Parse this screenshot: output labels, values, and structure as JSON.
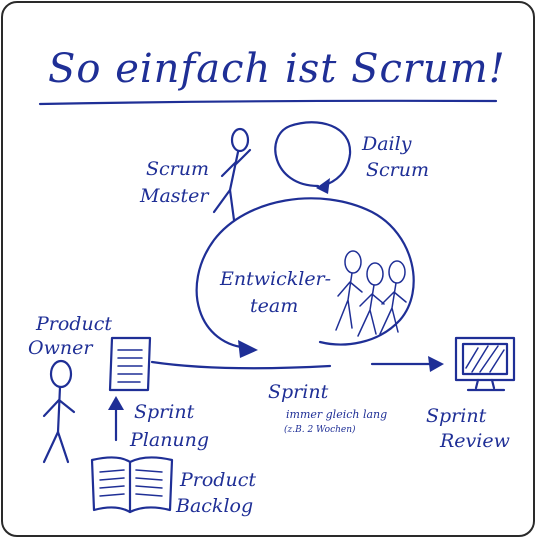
{
  "title": "So einfach ist Scrum!",
  "labels": {
    "scrum_master": [
      "Scrum",
      "Master"
    ],
    "daily_scrum": [
      "Daily",
      "Scrum"
    ],
    "dev_team": [
      "Entwickler-",
      "team"
    ],
    "product_owner": [
      "Product",
      "Owner"
    ],
    "sprint": "Sprint",
    "sprint_note": "immer gleich lang",
    "sprint_example": "(z.B. 2 Wochen)",
    "sprint_planning": [
      "Sprint",
      "Planung"
    ],
    "product_backlog": [
      "Product",
      "Backlog"
    ],
    "sprint_review": [
      "Sprint",
      "Review"
    ]
  },
  "colors": {
    "ink": "#1f2f96",
    "frame": "#2a2a2a",
    "background": "#ffffff"
  },
  "icons": [
    "stick-figure-icon",
    "document-icon",
    "open-book-icon",
    "monitor-icon",
    "arrow-icon"
  ]
}
